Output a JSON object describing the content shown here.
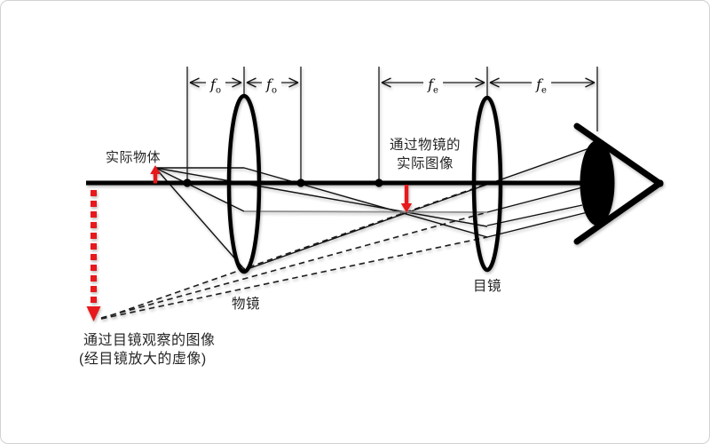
{
  "labels": {
    "object": "实际物体",
    "real_image_line1": "通过物镜的",
    "real_image_line2": "实际图像",
    "objective_lens": "物镜",
    "eyepiece_lens": "目镜",
    "virtual_image_line1": "通过目镜观察的图像",
    "virtual_image_line2": "(经目镜放大的虚像)",
    "f_main": "f",
    "f_sub_objective": "o",
    "f_sub_eyepiece": "e"
  },
  "colors": {
    "arrow_red": "#e7191c",
    "line_black": "#111111",
    "ray_gray": "#8f8f8f",
    "text": "#262626",
    "border": "#d2d2d2"
  }
}
